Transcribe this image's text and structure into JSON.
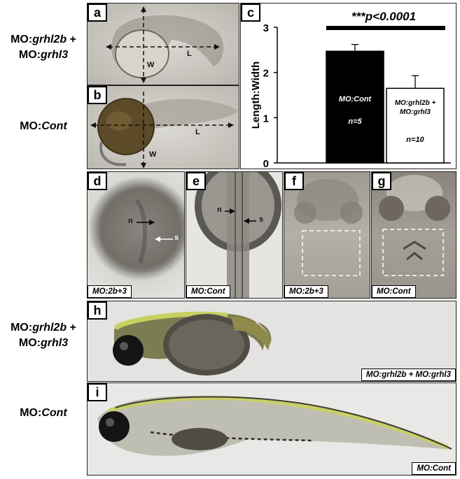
{
  "row_labels": {
    "top_morphant_line1_prefix": "MO:",
    "top_morphant_line1_gene": "grhl2b",
    "top_morphant_line1_suffix": " +",
    "top_morphant_line2_prefix": "MO:",
    "top_morphant_line2_gene": "grhl3",
    "top_control_prefix": "MO:",
    "top_control_gene": "Cont",
    "bottom_morphant_line1_prefix": "MO:",
    "bottom_morphant_line1_gene": "grhl2b",
    "bottom_morphant_line1_suffix": " +",
    "bottom_morphant_line2_prefix": "MO:",
    "bottom_morphant_line2_gene": "grhl3",
    "bottom_control_prefix": "MO:",
    "bottom_control_gene": "Cont"
  },
  "panels": {
    "a": {
      "letter": "a",
      "width_label": "W",
      "length_label": "L"
    },
    "b": {
      "letter": "b",
      "width_label": "W",
      "length_label": "L"
    },
    "c": {
      "letter": "c"
    },
    "d": {
      "letter": "d",
      "caption": "MO:2b+3",
      "notochord_label": "n",
      "somite_label": "s"
    },
    "e": {
      "letter": "e",
      "caption": "MO:Cont",
      "notochord_label": "n",
      "somite_label": "s"
    },
    "f": {
      "letter": "f",
      "caption": "MO:2b+3"
    },
    "g": {
      "letter": "g",
      "caption": "MO:Cont"
    },
    "h": {
      "letter": "h",
      "caption": "MO:grhl2b + MO:grhl3"
    },
    "i": {
      "letter": "i",
      "caption": "MO:Cont"
    }
  },
  "chart_data": {
    "type": "bar",
    "ylabel": "Length:Width",
    "ylim": [
      0,
      3
    ],
    "yticks": [
      "0",
      "1",
      "2",
      "3"
    ],
    "significance": "***p<0.0001",
    "grid": false,
    "series": [
      {
        "values": [
          2.47,
          1.65
        ],
        "errors": [
          0.15,
          0.28
        ]
      }
    ],
    "bar_labels": [
      {
        "name": "MO:Cont",
        "n": "n=5",
        "color": "#000000",
        "text_color": "#ffffff"
      },
      {
        "name_line1": "MO:grhl2b +",
        "name_line2": "MO:grhl3",
        "n": "n=10",
        "color": "#ffffff",
        "text_color": "#000000"
      }
    ]
  },
  "colors": {
    "plate_background": "#c9c6c0",
    "yolk_dark": "#5a4a2a",
    "larva_pigment": "#c8d060"
  }
}
